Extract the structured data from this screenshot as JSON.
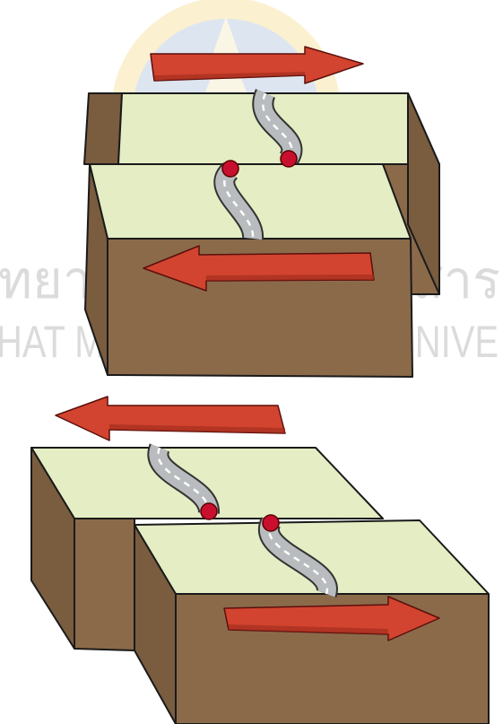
{
  "watermark": {
    "line1": "ทยาลัยราชภัฏมหาสาร",
    "line2": "HAT MAHASARAKHAM UNIVE"
  },
  "colors": {
    "block_top": "#e4edc3",
    "block_front": "#8b6a4a",
    "block_side": "#7a5c3f",
    "arrow_fill": "#d2442f",
    "arrow_shade": "#9c2a1c",
    "road": "#b9bcbe",
    "marker": "#c8102e",
    "watermark_logo": "#e8b84a",
    "watermark_text": "#c8c8c8"
  },
  "panels": [
    {
      "id": "top",
      "arrows": [
        "right",
        "left"
      ],
      "markers": 2
    },
    {
      "id": "bottom",
      "arrows": [
        "left",
        "right"
      ],
      "markers": 2
    }
  ]
}
